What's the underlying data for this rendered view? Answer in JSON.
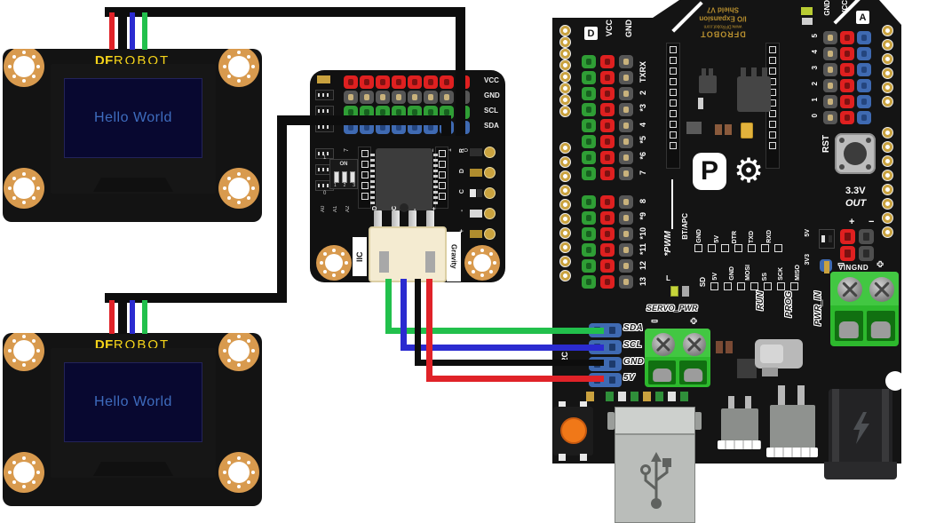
{
  "oled": {
    "brand_bold": "DF",
    "brand_light": "ROBOT",
    "screen_text": "Hello World"
  },
  "mux": {
    "row_labels": [
      "VCC",
      "GND",
      "SCL",
      "SDA"
    ],
    "col_digits": [
      "7",
      "6",
      "5",
      "4",
      "3",
      "2",
      "1",
      "0"
    ],
    "dip": {
      "on": "ON",
      "switch_nums": [
        "1",
        "2",
        "3"
      ],
      "high": "1",
      "low": "0",
      "addr": [
        "A0",
        "A1",
        "A2"
      ]
    },
    "chip_pin_labels": [
      "D",
      "C",
      "-",
      "+"
    ],
    "pad_letters": [
      "R",
      "D",
      "C",
      "-",
      "+"
    ],
    "iic_label": "IIC",
    "gravity_label": "Gravity"
  },
  "shield": {
    "d_label": "D",
    "vcc": "VCC",
    "gnd": "GND",
    "digital_pin_labels": [
      "TXRX",
      "2",
      "*3",
      "4",
      "*5",
      "*6",
      "7",
      "8",
      "*9",
      "*10",
      "*11",
      "12",
      "13"
    ],
    "pwm_label": "*PWM",
    "led_label": "L",
    "brand": {
      "name": "DFROBOT",
      "url": "www.DFRobot.com",
      "product": "I/O Expansion",
      "version": "Shield V7"
    },
    "btapc": {
      "label": "BT/APC",
      "pins": [
        "GND",
        "5V",
        "DTR",
        "TXD",
        "RXD"
      ]
    },
    "sd": {
      "label": "SD",
      "pins": [
        "5V",
        "GND",
        "MOSI",
        "SS",
        "SCK",
        "MISO"
      ]
    },
    "jumper": {
      "v5": "5V",
      "v33": "3V3"
    },
    "analog": {
      "label": "A",
      "gnd": "GND",
      "vcc": "VCC",
      "digits": [
        "5",
        "4",
        "3",
        "2",
        "1",
        "0"
      ]
    },
    "rst_label": "RST",
    "out_33": "3.3V",
    "out_word": "OUT",
    "plus": "+",
    "minus": "−",
    "vin_gnd": "VINGND",
    "i2c": {
      "label": "I2C",
      "pins": [
        "SDA",
        "SCL",
        "GND",
        "5V"
      ]
    },
    "servo": {
      "label": "SERVO_PWR",
      "minus": "−",
      "plus": "+"
    },
    "run_label": "RUN",
    "prog_label": "PROG",
    "pwr_in_label": "PWR_IN",
    "pwr_minus": "−",
    "pwr_pl": "+"
  },
  "connections": [
    {
      "wire": "green",
      "from": "I2C hub D",
      "to": "shield SDA"
    },
    {
      "wire": "blue",
      "from": "I2C hub C",
      "to": "shield SCL"
    },
    {
      "wire": "black",
      "from": "I2C hub −",
      "to": "shield GND"
    },
    {
      "wire": "red",
      "from": "I2C hub +",
      "to": "shield 5V"
    },
    {
      "wire": "black-bundle",
      "from": "OLED display 1",
      "to": "hub SDA row port 0"
    },
    {
      "wire": "black-bundle",
      "from": "OLED display 2",
      "to": "hub SDA row port 1"
    }
  ],
  "colors": {
    "board_black": "#141414",
    "pcb_gold": "#c9a23f",
    "logo_yellow": "#f5d41a",
    "screen_navy": "#080830",
    "screen_text_blue": "#3e6cbe",
    "wire_red": "#e02228",
    "wire_green": "#22c04c",
    "wire_blue": "#2b2bd0",
    "wire_black": "#0d0d0d",
    "pin_red": "#df2020",
    "pin_green": "#2f9e35",
    "pin_gray": "#565656",
    "pin_blue": "#3f6ab2",
    "terminal_green": "#2db92d",
    "button_orange": "#f07818"
  }
}
